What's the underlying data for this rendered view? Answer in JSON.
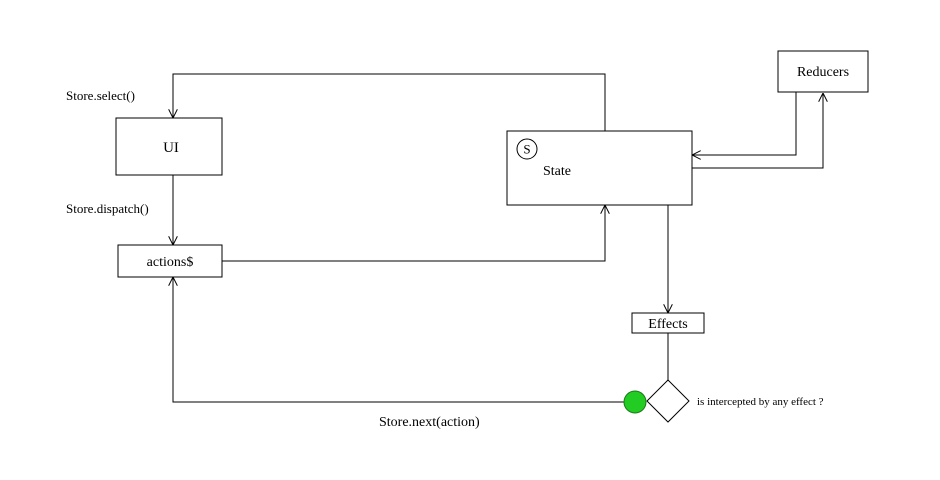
{
  "diagram": {
    "nodes": {
      "ui": {
        "label": "UI"
      },
      "actions": {
        "label": "actions$"
      },
      "state": {
        "label": "State",
        "badge": "S"
      },
      "reducers": {
        "label": "Reducers"
      },
      "effects": {
        "label": "Effects"
      },
      "decision": {
        "label": "is intercepted by any effect ?"
      }
    },
    "edge_labels": {
      "select": "Store.select()",
      "dispatch": "Store.dispatch()",
      "next": "Store.next(action)"
    },
    "colors": {
      "stroke": "#000000",
      "fill": "#ffffff",
      "start_dot": "#22cc22",
      "start_dot_stroke": "#1a7a1a"
    }
  }
}
